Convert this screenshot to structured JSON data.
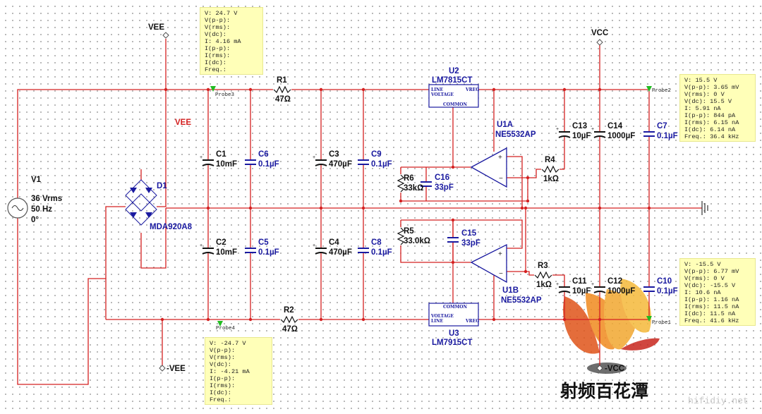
{
  "rails": {
    "vee_top": "VEE",
    "vee_mid": "VEE",
    "vee_bottom": "-VEE",
    "vcc_top": "VCC",
    "vcc_bottom": "-VCC"
  },
  "source": {
    "name": "V1",
    "amplitude": "36 Vrms",
    "frequency": "50 Hz",
    "phase": "0°"
  },
  "bridge": {
    "name": "D1",
    "part": "MDA920A8"
  },
  "resistors": {
    "R1": {
      "name": "R1",
      "value": "47Ω"
    },
    "R2": {
      "name": "R2",
      "value": "47Ω"
    },
    "R3": {
      "name": "R3",
      "value": "1kΩ"
    },
    "R4": {
      "name": "R4",
      "value": "1kΩ"
    },
    "R5": {
      "name": "R5",
      "value": "33.0kΩ"
    },
    "R6": {
      "name": "R6",
      "value": "33kΩ"
    }
  },
  "capacitors": {
    "C1": {
      "name": "C1",
      "value": "10mF"
    },
    "C2": {
      "name": "C2",
      "value": "10mF"
    },
    "C3": {
      "name": "C3",
      "value": "470µF"
    },
    "C4": {
      "name": "C4",
      "value": "470µF"
    },
    "C5": {
      "name": "C5",
      "value": "0.1µF"
    },
    "C6": {
      "name": "C6",
      "value": "0.1µF"
    },
    "C7": {
      "name": "C7",
      "value": "0.1µF"
    },
    "C8": {
      "name": "C8",
      "value": "0.1µF"
    },
    "C9": {
      "name": "C9",
      "value": "0.1µF"
    },
    "C10": {
      "name": "C10",
      "value": "0.1µF"
    },
    "C11": {
      "name": "C11",
      "value": "10µF"
    },
    "C12": {
      "name": "C12",
      "value": "1000µF"
    },
    "C13": {
      "name": "C13",
      "value": "10µF"
    },
    "C14": {
      "name": "C14",
      "value": "1000µF"
    },
    "C15": {
      "name": "C15",
      "value": "33pF"
    },
    "C16": {
      "name": "C16",
      "value": "33pF"
    }
  },
  "regulators": {
    "U2": {
      "name": "U2",
      "part": "LM7815CT",
      "line": "LINE",
      "voltage": "VOLTAGE",
      "vreg": "VREG",
      "common": "COMMON"
    },
    "U3": {
      "name": "U3",
      "part": "LM7915CT",
      "line": "LINE",
      "voltage": "VOLTAGE",
      "vreg": "VREG",
      "common": "COMMON"
    }
  },
  "opamps": {
    "U1A": {
      "name": "U1A",
      "part": "NE5532AP"
    },
    "U1B": {
      "name": "U1B",
      "part": "NE5532AP"
    }
  },
  "probes": {
    "probe3": {
      "label": "Probe3",
      "lines": [
        "V: 24.7 V",
        "V(p-p):",
        "V(rms):",
        "V(dc):",
        "I: 4.16 mA",
        "I(p-p):",
        "I(rms):",
        "I(dc):",
        "Freq.:"
      ]
    },
    "probe4": {
      "label": "Probe4",
      "lines": [
        "V: -24.7 V",
        "V(p-p):",
        "V(rms):",
        "V(dc):",
        "I: -4.21 mA",
        "I(p-p):",
        "I(rms):",
        "I(dc):",
        "Freq.:"
      ]
    },
    "probe2": {
      "label": "Probe2",
      "lines": [
        "V: 15.5 V",
        "V(p-p): 3.65 mV",
        "V(rms): 0 V",
        "V(dc): 15.5 V",
        "I: 5.91 nA",
        "I(p-p): 844 pA",
        "I(rms): 6.15 nA",
        "I(dc): 6.14 nA",
        "Freq.: 36.4 kHz"
      ]
    },
    "probe1": {
      "label": "Probe1",
      "lines": [
        "V: -15.5 V",
        "V(p-p): 6.77 mV",
        "V(rms): 0 V",
        "V(dc): -15.5 V",
        "I: 10.6 nA",
        "I(p-p): 1.16 nA",
        "I(rms): 11.5 nA",
        "I(dc): 11.5 nA",
        "Freq.: 41.6 kHz"
      ]
    }
  },
  "logo": {
    "text": "射频百花潭"
  },
  "watermark": {
    "text": "hifidiy.net"
  },
  "colors": {
    "wire": "#d42020",
    "component": "#1a1aa0",
    "probe_bg": "#ffffb8",
    "probe_marker": "#22bb22"
  }
}
